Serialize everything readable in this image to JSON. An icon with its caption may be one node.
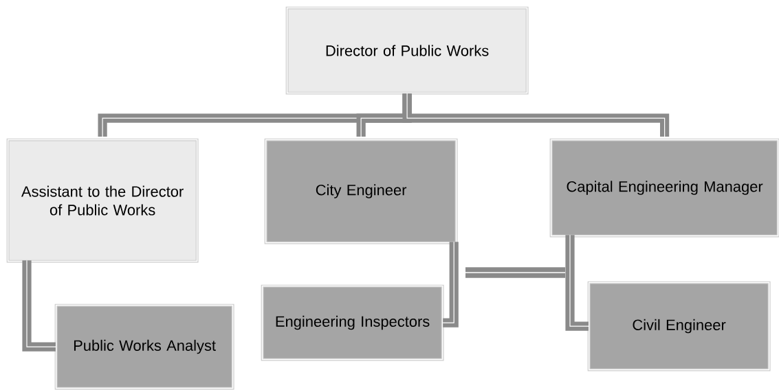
{
  "diagram": {
    "nodes": [
      {
        "text": [
          "Director of Public Works"
        ]
      },
      {
        "text": [
          "Assistant to the Director of Public Works"
        ]
      },
      {
        "text": [
          "City Engineer"
        ]
      },
      {
        "text": [
          "Capital Engineering Manager"
        ]
      },
      {
        "text": [
          "Public Works Analyst"
        ]
      },
      {
        "text": [
          "Engineering Inspectors"
        ]
      },
      {
        "text": [
          "Civil Engineer"
        ]
      }
    ],
    "edges": [
      {
        "from": 0,
        "to": 1,
        "arrow": "none"
      },
      {
        "from": 0,
        "to": 2,
        "arrow": "none"
      },
      {
        "from": 0,
        "to": 3,
        "arrow": "none"
      },
      {
        "from": 1,
        "to": 4,
        "arrow": "none"
      },
      {
        "from": 2,
        "to": 5,
        "arrow": "none"
      },
      {
        "from": 3,
        "to": 6,
        "arrow": "none"
      }
    ]
  }
}
